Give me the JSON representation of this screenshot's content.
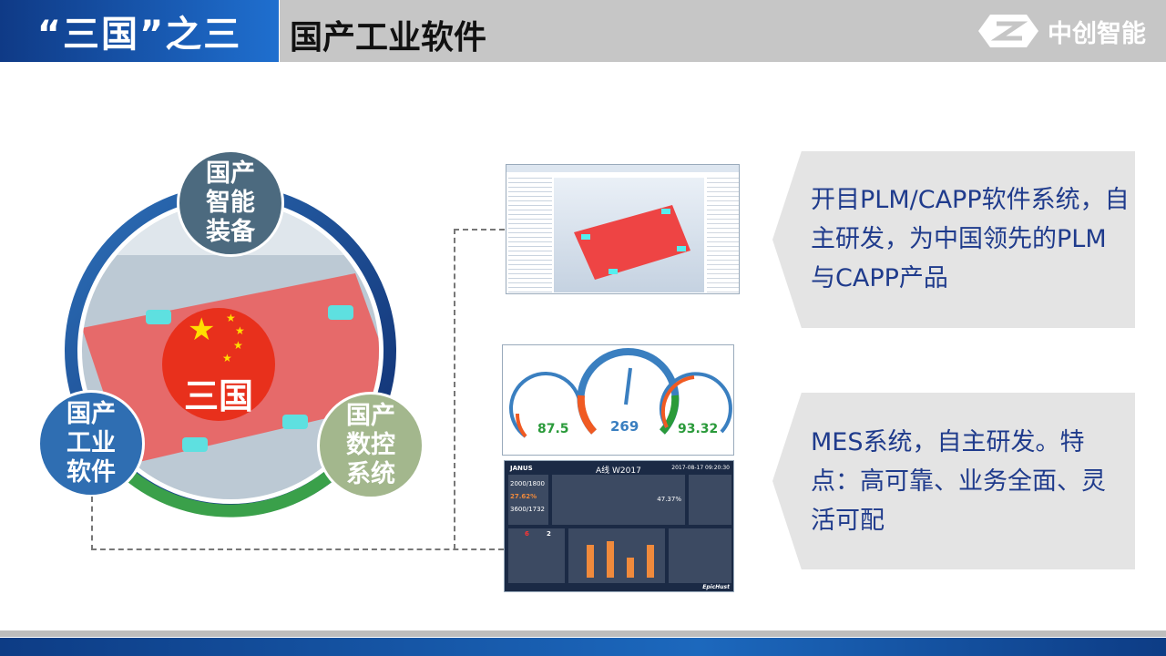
{
  "header": {
    "section": "“三国”之三",
    "title": "国产工业软件",
    "logo_text": "中创智能"
  },
  "diagram": {
    "center": "三国",
    "top": "国产智能装备",
    "left": "国产工业软件",
    "right": "国产数控系统",
    "top_lines": [
      "国产",
      "智能",
      "装备"
    ],
    "left_lines": [
      "国产",
      "工业",
      "软件"
    ],
    "right_lines": [
      "国产",
      "数控",
      "系统"
    ]
  },
  "callouts": [
    {
      "text": "开目PLM/CAPP软件系统，自主研发，为中国领先的PLM与CAPP产品"
    },
    {
      "text": "MES系统，自主研发。特点：高可靠、业务全面、灵活可配"
    }
  ],
  "gauges": {
    "left": "87.5",
    "center": "269",
    "right": "93.32"
  },
  "mes": {
    "brand": "JANUS",
    "line": "A线  W2017",
    "time": "2017-08-17 09:20:30",
    "v1": "2000/1800",
    "v2": "27.62%",
    "v3": "3600/1732",
    "rate": "47.37%",
    "n1": "6",
    "n2": "2",
    "footer_brand": "EpicHust"
  },
  "colors": {
    "accent": "#1f6fcf",
    "text": "#1f3b8c",
    "red": "#e8301c"
  }
}
